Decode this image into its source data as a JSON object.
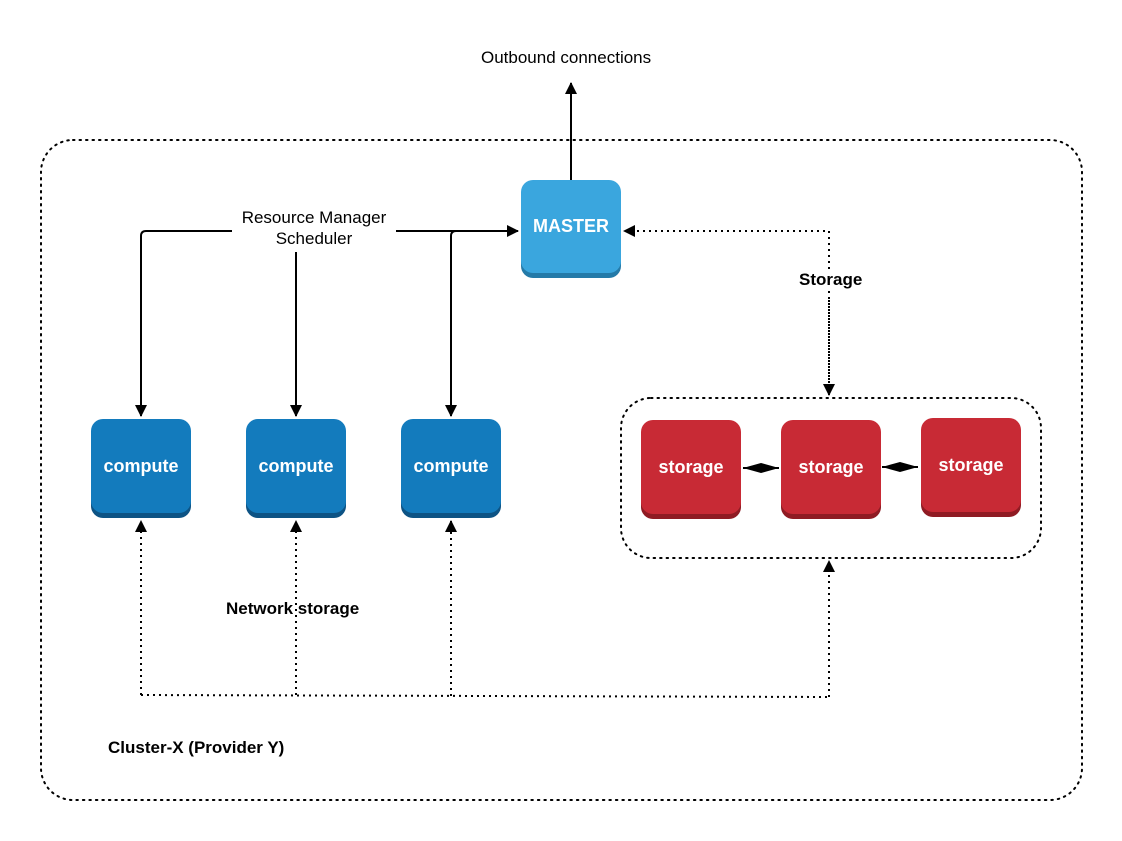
{
  "labels": {
    "outbound": "Outbound connections",
    "resource_manager_line1": "Resource Manager",
    "resource_manager_line2": "Scheduler",
    "storage_link": "Storage",
    "network_storage": "Network storage",
    "cluster": "Cluster-X (Provider Y)"
  },
  "nodes": {
    "master": "MASTER",
    "compute": [
      "compute",
      "compute",
      "compute"
    ],
    "storage": [
      "storage",
      "storage",
      "storage"
    ]
  },
  "colors": {
    "master": "#3aa6de",
    "compute": "#137bbd",
    "storage": "#c82a35",
    "line": "#000000"
  }
}
